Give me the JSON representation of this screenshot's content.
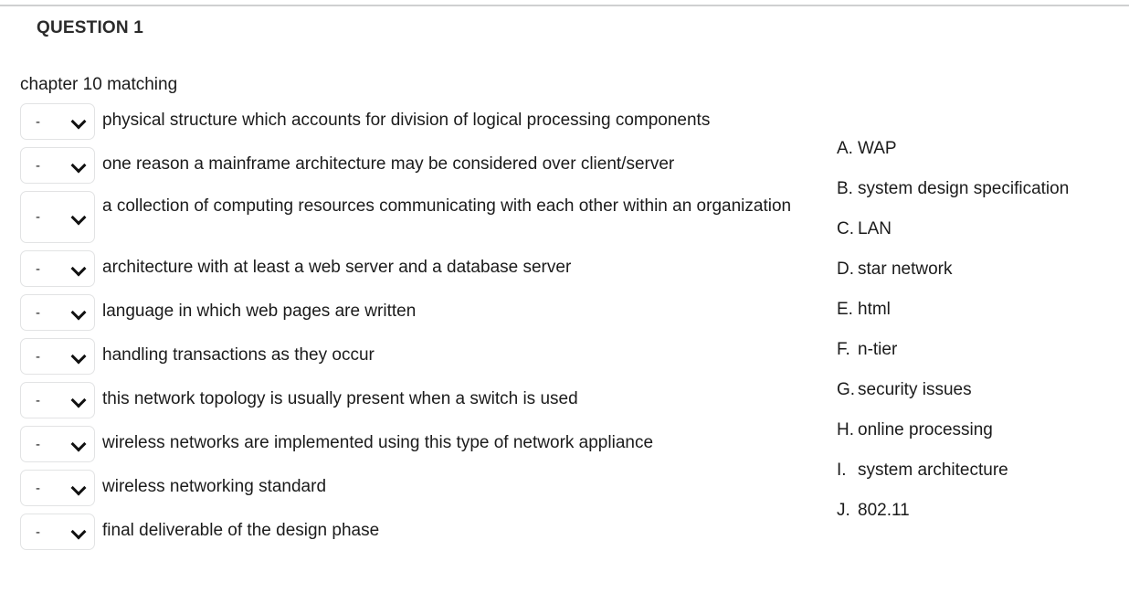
{
  "question": {
    "header": "QUESTION 1",
    "intro": "chapter 10 matching"
  },
  "icons": {
    "chevron_down": "chevron-down-icon"
  },
  "colors": {
    "text": "#1b1b1b",
    "divider": "#cfd0d1",
    "select_border": "#e2e3e4",
    "background": "#ffffff"
  },
  "select_placeholder": "-",
  "statements": [
    {
      "value": "-",
      "text": "physical structure which accounts for division of logical processing components",
      "lines": 1
    },
    {
      "value": "-",
      "text": "one reason a mainframe architecture may be considered over client/server",
      "lines": 1
    },
    {
      "value": "-",
      "text": "a collection of computing resources communicating with each other within an organization",
      "lines": 2
    },
    {
      "value": "-",
      "text": "architecture with at least a web server and a database server",
      "lines": 1
    },
    {
      "value": "-",
      "text": "language in which web pages are written",
      "lines": 1
    },
    {
      "value": "-",
      "text": "handling transactions as they occur",
      "lines": 1
    },
    {
      "value": "-",
      "text": "this network topology is usually present when a switch is used",
      "lines": 1
    },
    {
      "value": "-",
      "text": "wireless networks are implemented using this type of network appliance",
      "lines": 1
    },
    {
      "value": "-",
      "text": "wireless networking standard",
      "lines": 1
    },
    {
      "value": "-",
      "text": "final deliverable of the design phase",
      "lines": 1
    }
  ],
  "options": [
    {
      "letter": "A.",
      "text": "WAP"
    },
    {
      "letter": "B.",
      "text": "system design specification"
    },
    {
      "letter": "C.",
      "text": "LAN"
    },
    {
      "letter": "D.",
      "text": "star network"
    },
    {
      "letter": "E.",
      "text": "html"
    },
    {
      "letter": "F.",
      "text": "n-tier"
    },
    {
      "letter": "G.",
      "text": "security issues"
    },
    {
      "letter": "H.",
      "text": "online processing"
    },
    {
      "letter": "I.",
      "text": "system architecture"
    },
    {
      "letter": "J.",
      "text": "802.11"
    }
  ]
}
